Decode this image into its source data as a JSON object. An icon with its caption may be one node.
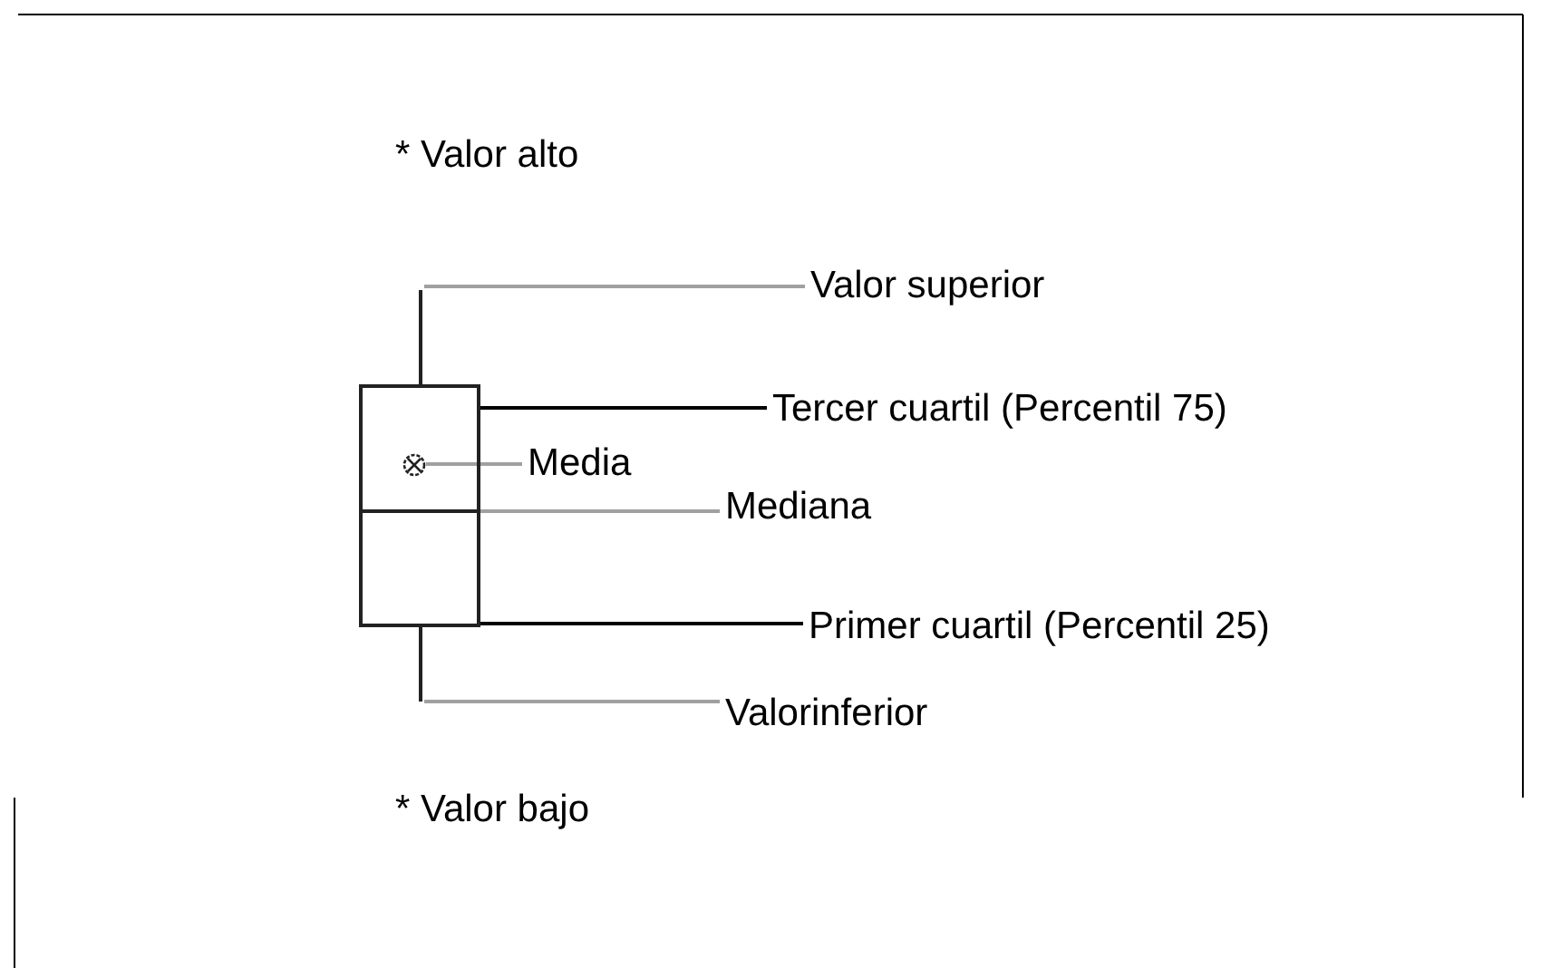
{
  "diagram": {
    "nodes": [
      {
        "text": [
          "Valor superior"
        ]
      },
      {
        "text": [
          "Tercer cuartil (Percentil 75)"
        ]
      },
      {
        "text": [
          "Media"
        ]
      },
      {
        "text": [
          "Mediana"
        ]
      },
      {
        "text": [
          "Primer cuartil (Percentil 25)"
        ]
      },
      {
        "text": [
          "Valorinferior"
        ]
      },
      {
        "text": [],
        "shape": "box"
      },
      {
        "text": [],
        "shape": "circle",
        "in": 6
      }
    ],
    "edges": [
      {
        "from": 0,
        "to": 6,
        "arrow": "none"
      },
      {
        "from": 1,
        "to": 6,
        "arrow": "none",
        "color": "#000000"
      },
      {
        "from": 2,
        "to": 7,
        "arrow": "none"
      },
      {
        "from": 3,
        "to": 6,
        "arrow": "none"
      },
      {
        "from": 4,
        "to": 6,
        "arrow": "none",
        "color": "#000000"
      },
      {
        "from": 5,
        "to": 6,
        "arrow": "none"
      }
    ],
    "labels": [
      "* Valor alto",
      "* Valor bajo"
    ]
  }
}
